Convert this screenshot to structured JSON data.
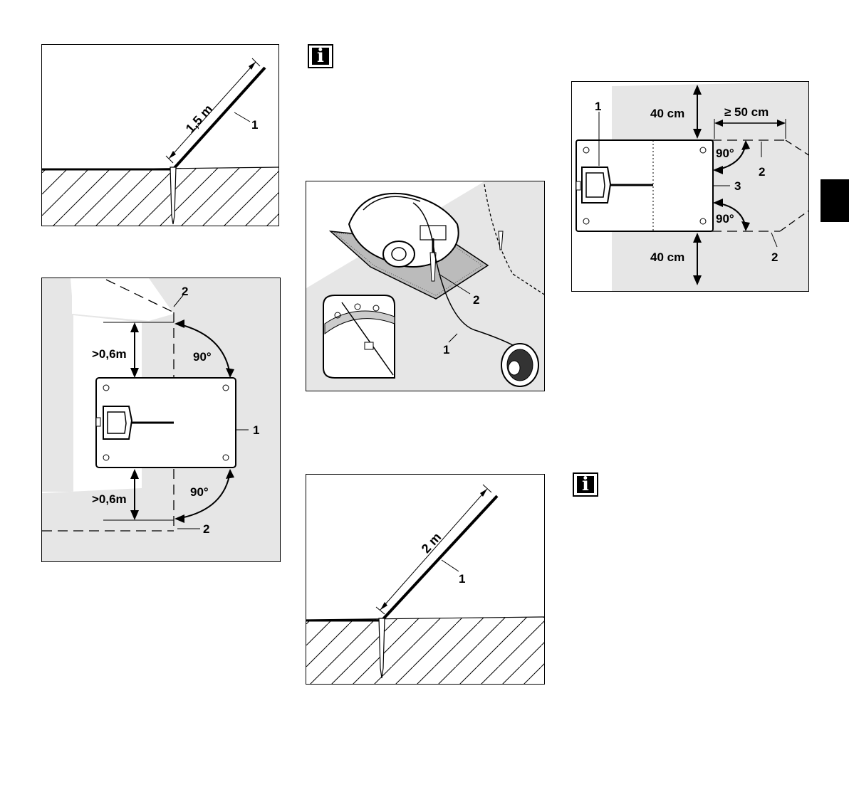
{
  "fig1": {
    "dimension": "1,5 m",
    "callout": "1"
  },
  "fig2": {
    "wire_label_top": "2",
    "wire_label_bottom": "2",
    "station_label": "1",
    "dist_top": ">0,6m",
    "dist_bottom": ">0,6m",
    "angle_top": "90°",
    "angle_bottom": "90°"
  },
  "fig3": {
    "cable_label": "1",
    "peg_label": "2"
  },
  "fig4": {
    "dimension": "2 m",
    "callout": "1"
  },
  "fig5": {
    "station_label": "1",
    "dist_top": "40 cm",
    "dist_bottom": "40 cm",
    "dist_side": "≥ 50 cm",
    "angle_top": "90°",
    "angle_bottom": "90°",
    "wire_label_top": "2",
    "wire_label_bottom": "2",
    "edge_label": "3"
  },
  "info_icon": {
    "glyph": "i"
  },
  "colors": {
    "ground_shade": "#e6e6e6",
    "ink": "#000000"
  }
}
